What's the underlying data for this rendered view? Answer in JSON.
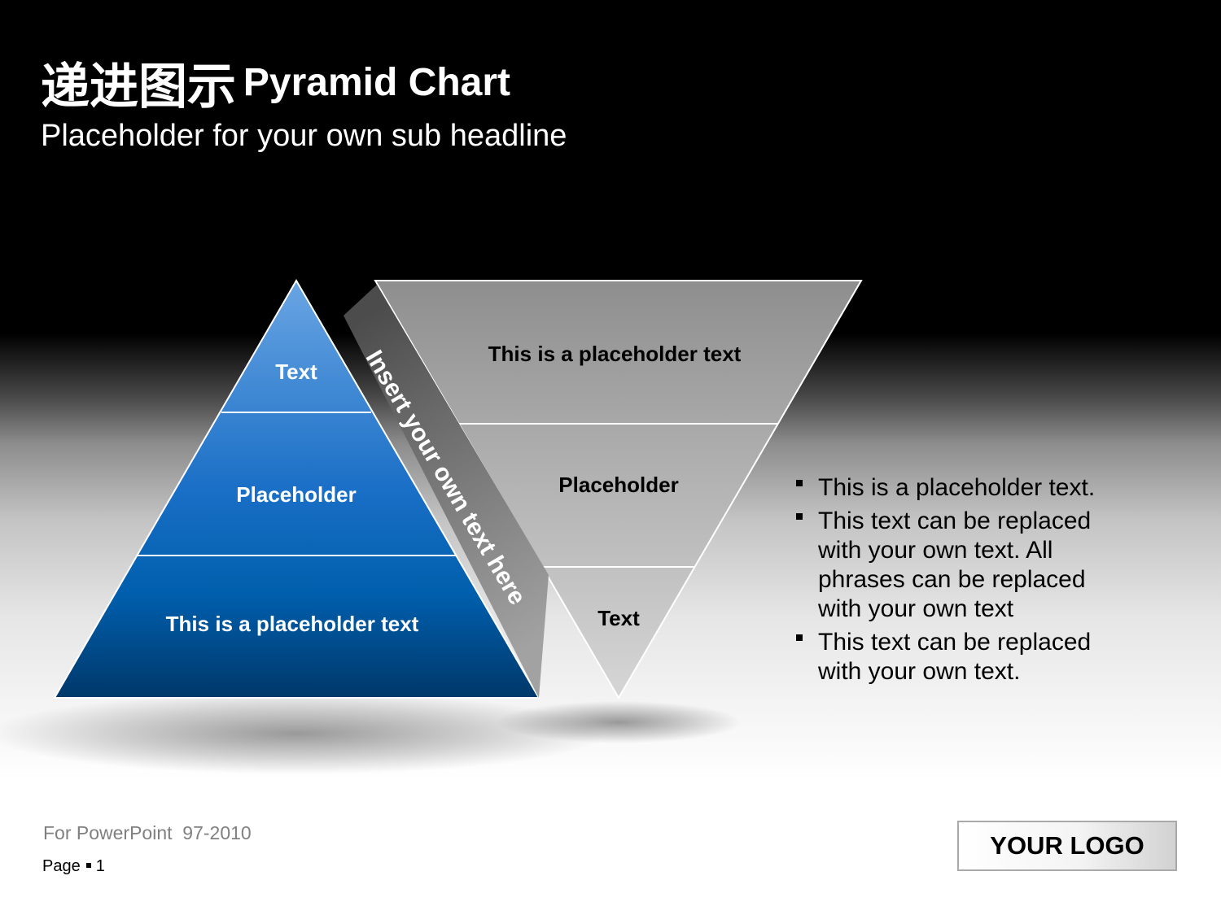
{
  "header": {
    "title_cn": "递进图示",
    "title_en": "Pyramid Chart",
    "subtitle": "Placeholder for your own sub headline"
  },
  "pyramid": {
    "levels": [
      {
        "label": "Text"
      },
      {
        "label": "Placeholder"
      },
      {
        "label": "This is a placeholder text"
      }
    ]
  },
  "inverted_pyramid": {
    "levels": [
      {
        "label": "This is a placeholder text"
      },
      {
        "label": "Placeholder"
      },
      {
        "label": "Text"
      }
    ]
  },
  "banner": {
    "text": "Insert your own text here"
  },
  "bullets": [
    "This is a placeholder text.",
    "This text can be replaced with your own text. All phrases can be replaced with your own text",
    "This text can be replaced with your own text."
  ],
  "footer": {
    "note": "For PowerPoint  97-2010",
    "page_label": "Page",
    "page_number": "1",
    "logo": "YOUR LOGO"
  },
  "colors": {
    "pyramid_top": "#6aa5e3",
    "pyramid_bottom": "#00386a",
    "inverted_top": "#8e8e8e",
    "inverted_bottom": "#d6d6d6",
    "banner": "#7c7c7c"
  }
}
